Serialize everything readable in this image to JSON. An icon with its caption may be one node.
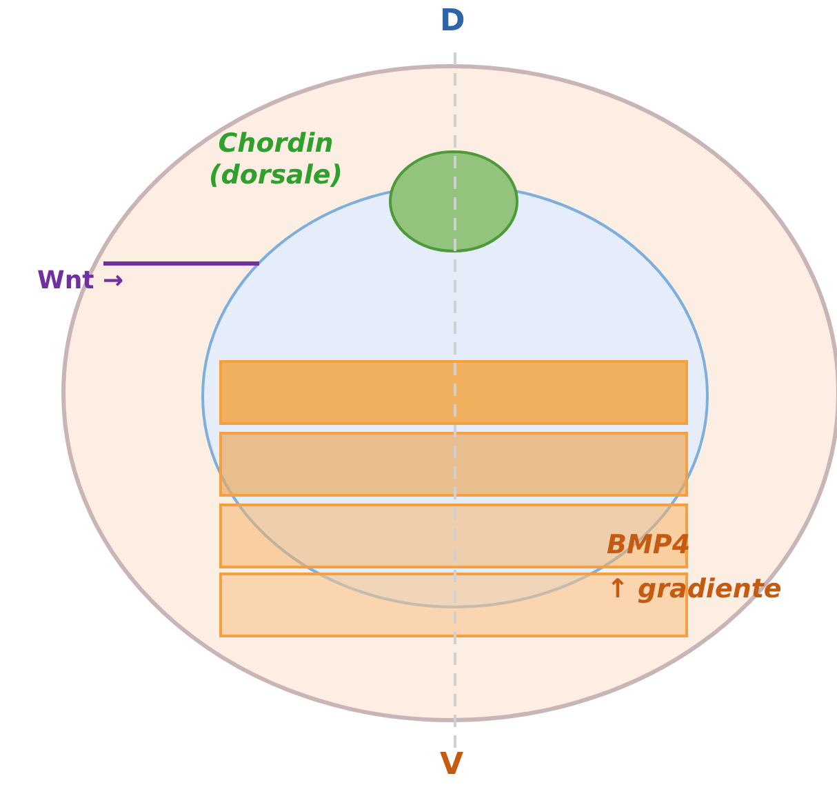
{
  "diagram": {
    "labels": [
      "D",
      "Chordin (dorsale)",
      "Wnt →",
      "BMP4",
      "↑ gradiente",
      "V"
    ]
  }
}
